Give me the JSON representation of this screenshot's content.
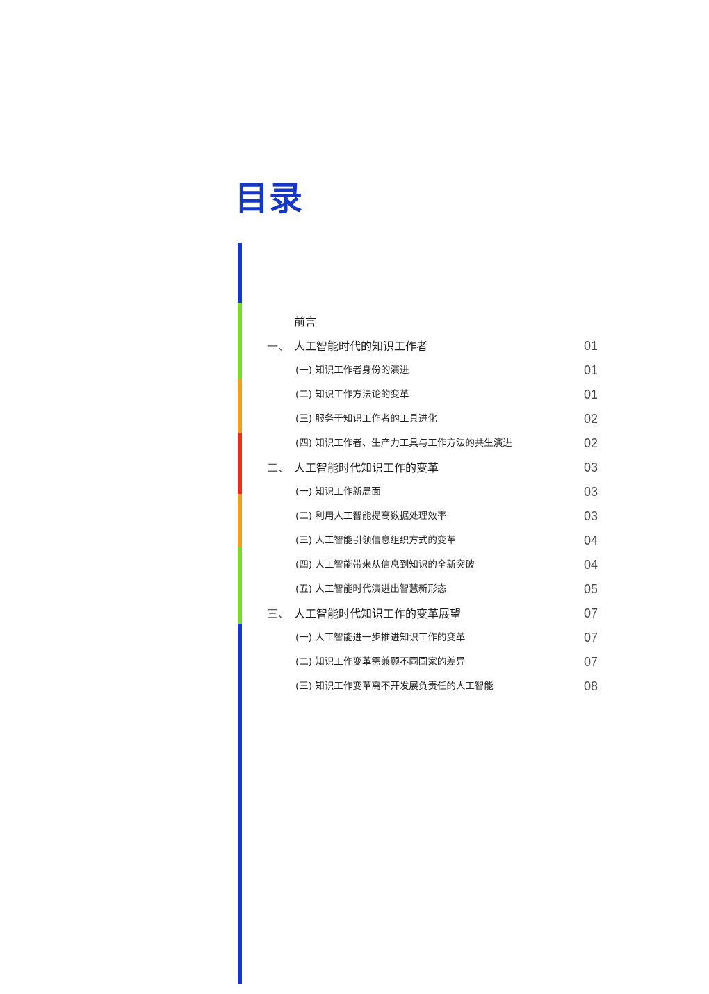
{
  "title": "目录",
  "colors": {
    "title": "#1537c4",
    "bar_blue": "#1537c4",
    "bar_green": "#7ed63a",
    "bar_orange": "#e8a02e",
    "bar_red": "#e0301e"
  },
  "toc": [
    {
      "num": "",
      "text": "前言",
      "page": "",
      "level": 0
    },
    {
      "num": "一、",
      "text": "人工智能时代的知识工作者",
      "page": "01",
      "level": 0
    },
    {
      "num": "",
      "text": "(一) 知识工作者身份的演进",
      "page": "01",
      "level": 1
    },
    {
      "num": "",
      "text": "(二) 知识工作方法论的变革",
      "page": "01",
      "level": 1
    },
    {
      "num": "",
      "text": "(三) 服务于知识工作者的工具进化",
      "page": "02",
      "level": 1
    },
    {
      "num": "",
      "text": "(四) 知识工作者、生产力工具与工作方法的共生演进",
      "page": "02",
      "level": 1
    },
    {
      "num": "二、",
      "text": "人工智能时代知识工作的变革",
      "page": "03",
      "level": 0
    },
    {
      "num": "",
      "text": "(一) 知识工作新局面",
      "page": "03",
      "level": 1
    },
    {
      "num": "",
      "text": "(二) 利用人工智能提高数据处理效率",
      "page": "03",
      "level": 1
    },
    {
      "num": "",
      "text": "(三) 人工智能引领信息组织方式的变革",
      "page": "04",
      "level": 1
    },
    {
      "num": "",
      "text": "(四) 人工智能带来从信息到知识的全新突破",
      "page": "04",
      "level": 1
    },
    {
      "num": "",
      "text": "(五) 人工智能时代演进出智慧新形态",
      "page": "05",
      "level": 1
    },
    {
      "num": "三、",
      "text": "人工智能时代知识工作的变革展望",
      "page": "07",
      "level": 0
    },
    {
      "num": "",
      "text": "(一) 人工智能进一步推进知识工作的变革",
      "page": "07",
      "level": 1
    },
    {
      "num": "",
      "text": "(二) 知识工作变革需兼顾不同国家的差异",
      "page": "07",
      "level": 1
    },
    {
      "num": "",
      "text": "(三) 知识工作变革离不开发展负责任的人工智能",
      "page": "08",
      "level": 1
    }
  ]
}
